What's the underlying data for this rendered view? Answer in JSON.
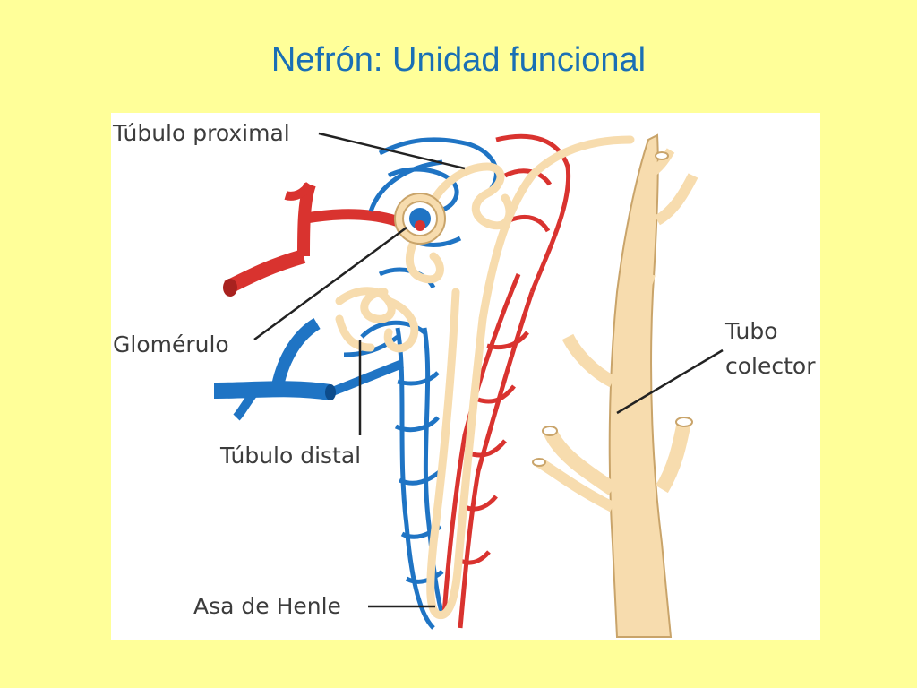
{
  "slide": {
    "title": "Nefrón: Unidad funcional"
  },
  "diagram": {
    "labels": {
      "proximal_tubule": "Túbulo proximal",
      "glomerulus": "Glomérulo",
      "distal_tubule": "Túbulo distal",
      "loop_of_henle": "Asa de Henle",
      "collecting_duct_line1": "Tubo",
      "collecting_duct_line2": "colector"
    },
    "colors": {
      "artery": "#d9332f",
      "vein": "#1f74c4",
      "tubule": "#f7dcae",
      "tubule_outline": "#c9a46a",
      "leader_line": "#222222"
    }
  }
}
